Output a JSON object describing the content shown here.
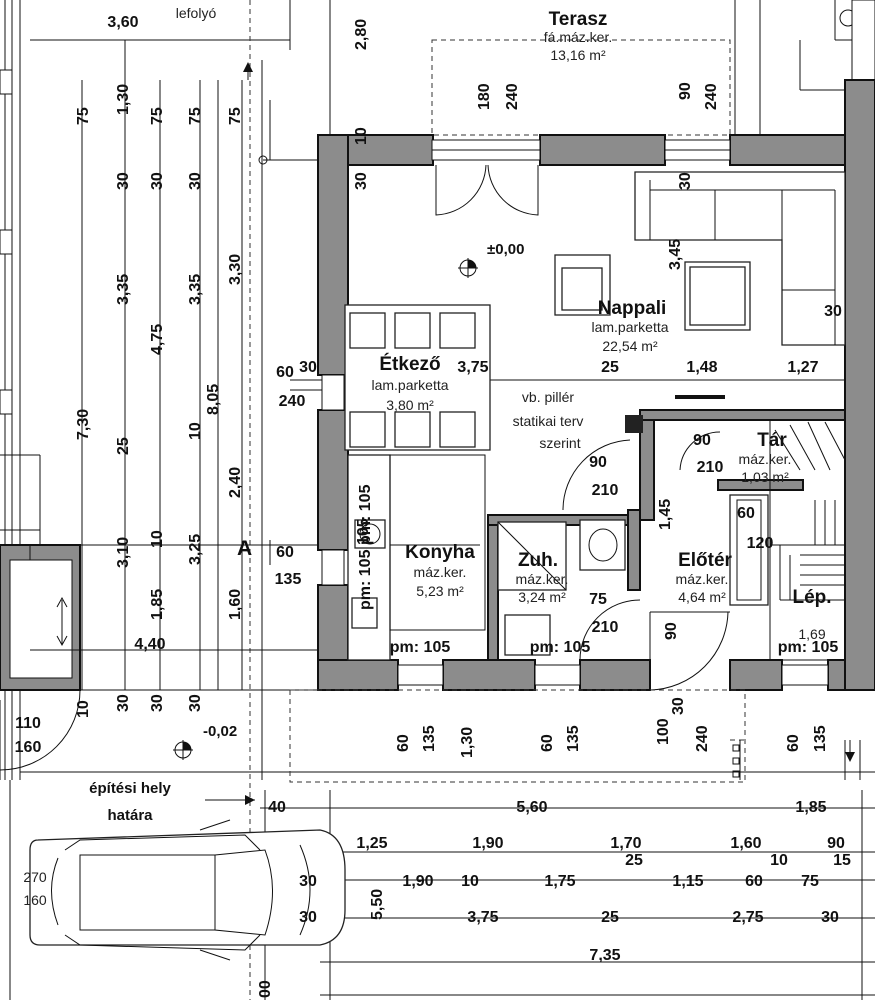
{
  "rooms": {
    "terasz": {
      "name": "Terasz",
      "finish": "fá.máz.ker.",
      "area": "13,16 m²"
    },
    "nappali": {
      "name": "Nappali",
      "finish": "lam.parketta",
      "area": "22,54 m²"
    },
    "etkezo": {
      "name": "Étkező",
      "finish": "lam.parketta",
      "area": "3,80 m²"
    },
    "konyha": {
      "name": "Konyha",
      "finish": "máz.ker.",
      "area": "5,23 m²"
    },
    "zuh": {
      "name": "Zuh.",
      "finish": "máz.ker.",
      "area": "3,24 m²"
    },
    "eloter": {
      "name": "Előtér",
      "finish": "máz.ker.",
      "area": "4,64 m²"
    },
    "tar": {
      "name": "Tár",
      "finish": "máz.ker.",
      "area": "1,03 m²"
    },
    "lep": {
      "name": "Lép.",
      "finish": "",
      "area": "1,69"
    }
  },
  "notes": {
    "lefolyo": "lefolyó",
    "pillar_1": "vb. pillér",
    "pillar_2": "statikai terv",
    "pillar_3": "szerint",
    "level_0": "±0,00",
    "level_m": "-0,02",
    "build_1": "építési hely",
    "build_2": "határa",
    "section": "A"
  },
  "pm_labels": [
    "pm: 105",
    "pm: 105",
    "pm: 105",
    "pm: 105",
    "pm: 105"
  ],
  "dims_top": [
    "3,60",
    "2,80",
    "180",
    "240",
    "90",
    "240",
    "10",
    "30",
    "30"
  ],
  "dims_left_v": [
    "75",
    "1,30",
    "75",
    "75",
    "75",
    "30",
    "30",
    "30",
    "3,35",
    "3,35",
    "3,30",
    "7,30",
    "4,75",
    "8,05",
    "25",
    "10",
    "2,40",
    "3,10",
    "10",
    "3,25",
    "1,85",
    "1,60",
    "30",
    "30",
    "30",
    "10"
  ],
  "dims_mid": [
    "60",
    "30",
    "240",
    "3,75",
    "25",
    "1,48",
    "1,27",
    "30",
    "3,45",
    "90",
    "210",
    "90",
    "210",
    "1,45",
    "60",
    "120",
    "105",
    "60",
    "135",
    "75",
    "210",
    "90",
    "4,40",
    "110",
    "160"
  ],
  "dims_bottom_v": [
    "60",
    "135",
    "1,30",
    "60",
    "135",
    "100",
    "30",
    "240",
    "60",
    "135",
    "5,50",
    "00"
  ],
  "dims_bottom_h": [
    "40",
    "5,60",
    "1,85",
    "1,25",
    "1,90",
    "1,70",
    "1,60",
    "90",
    "25",
    "10",
    "15",
    "30",
    "1,90",
    "10",
    "1,75",
    "1,15",
    "60",
    "75",
    "30",
    "3,75",
    "25",
    "2,75",
    "30",
    "7,35"
  ],
  "car": [
    "270",
    "160"
  ]
}
